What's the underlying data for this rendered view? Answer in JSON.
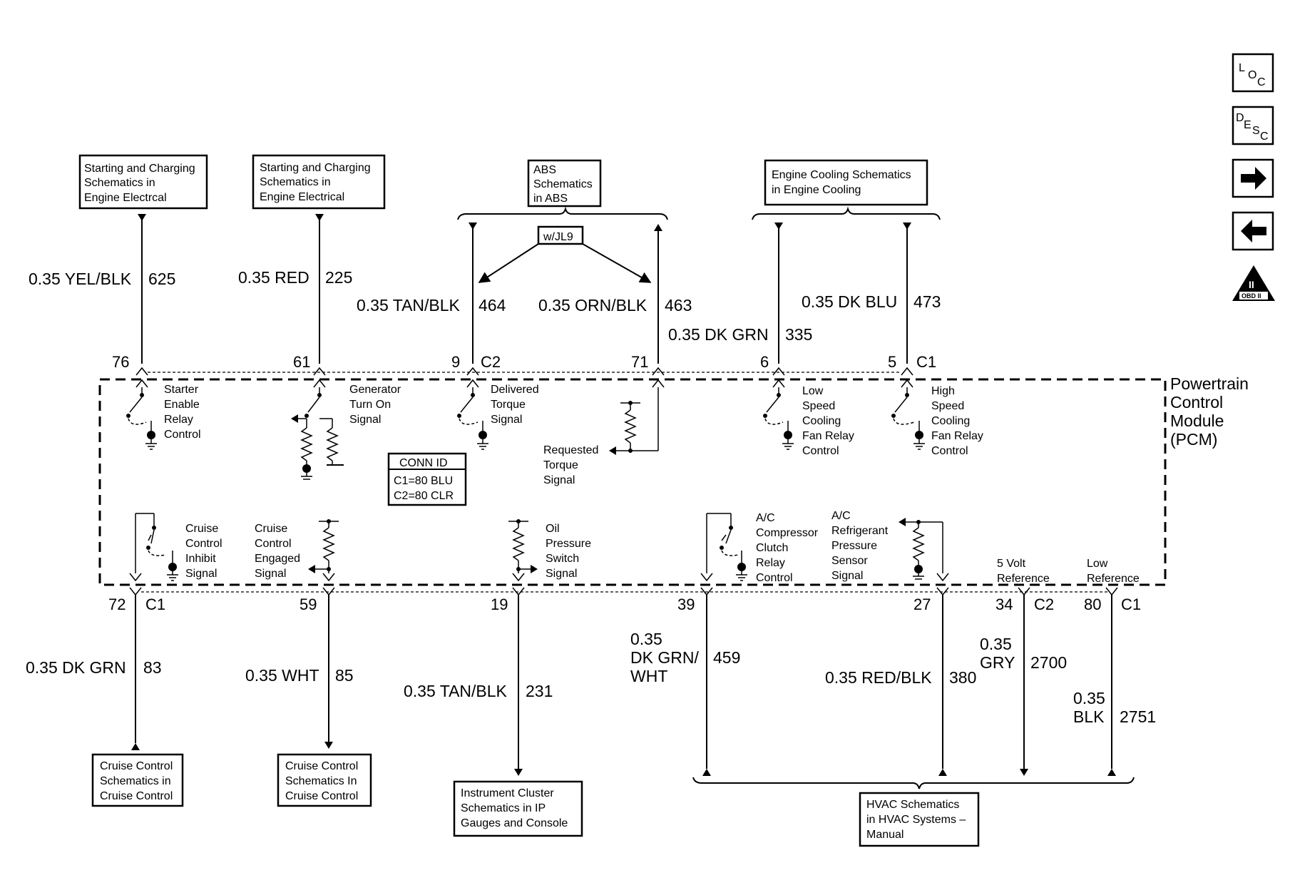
{
  "nav": {
    "loc": {
      "l": "L",
      "o": "O",
      "c": "C"
    },
    "desc": {
      "d": "D",
      "e": "E",
      "s": "S",
      "c": "C"
    },
    "obd": {
      "numeral": "II",
      "label": "OBD II"
    }
  },
  "references": {
    "starter": [
      "Starting and Charging",
      "Schematics in",
      "Engine Electrcal"
    ],
    "generator": [
      "Starting and Charging",
      "Schematics in",
      "Engine Electrical"
    ],
    "abs": [
      "ABS",
      "Schematics",
      "in ABS"
    ],
    "cooling": [
      "Engine Cooling Schematics",
      "in Engine Cooling"
    ],
    "cruise1": [
      "Cruise Control",
      "Schematics in",
      "Cruise Control"
    ],
    "cruise2": [
      "Cruise Control",
      "Schematics In",
      "Cruise Control"
    ],
    "cluster": [
      "Instrument Cluster",
      "Schematics in IP",
      "Gauges and Console"
    ],
    "hvac": [
      "HVAC Schematics",
      "in HVAC Systems –",
      "Manual"
    ]
  },
  "option_label": "w/JL9",
  "connector_id": {
    "title": "CONN ID",
    "c1": "C1=80 BLU",
    "c2": "C2=80 CLR"
  },
  "pcm_label": [
    "Powertrain",
    "Control",
    "Module",
    "(PCM)"
  ],
  "wires_top": [
    {
      "spec": "0.35 YEL/BLK",
      "circuit": "625",
      "pin": "76"
    },
    {
      "spec": "0.35 RED",
      "circuit": "225",
      "pin": "61"
    },
    {
      "spec": "0.35 TAN/BLK",
      "circuit": "464",
      "pin": "9",
      "connector": "C2"
    },
    {
      "spec": "0.35 ORN/BLK",
      "circuit": "463",
      "pin": "71"
    },
    {
      "spec": "0.35 DK GRN",
      "circuit": "335",
      "pin": "6"
    },
    {
      "spec": "0.35 DK BLU",
      "circuit": "473",
      "pin": "5",
      "connector": "C1"
    }
  ],
  "wires_bottom": [
    {
      "spec": "0.35 DK GRN",
      "circuit": "83",
      "pin": "72",
      "connector": "C1"
    },
    {
      "spec": "0.35 WHT",
      "circuit": "85",
      "pin": "59"
    },
    {
      "spec": "0.35 TAN/BLK",
      "circuit": "231",
      "pin": "19"
    },
    {
      "spec": [
        "0.35",
        "DK GRN/",
        "WHT"
      ],
      "circuit": "459",
      "pin": "39"
    },
    {
      "spec": "0.35 RED/BLK",
      "circuit": "380",
      "pin": "27"
    },
    {
      "spec": [
        "0.35",
        "GRY"
      ],
      "circuit": "2700",
      "pin": "34",
      "connector": "C2"
    },
    {
      "spec": [
        "0.35",
        "BLK"
      ],
      "circuit": "2751",
      "pin": "80",
      "connector": "C1"
    }
  ],
  "signals": {
    "starter": [
      "Starter",
      "Enable",
      "Relay",
      "Control"
    ],
    "generator": [
      "Generator",
      "Turn On",
      "Signal"
    ],
    "delivered": [
      "Delivered",
      "Torque",
      "Signal"
    ],
    "requested": [
      "Requested",
      "Torque",
      "Signal"
    ],
    "low_fan": [
      "Low",
      "Speed",
      "Cooling",
      "Fan Relay",
      "Control"
    ],
    "high_fan": [
      "High",
      "Speed",
      "Cooling",
      "Fan Relay",
      "Control"
    ],
    "cruise_inhibit": [
      "Cruise",
      "Control",
      "Inhibit",
      "Signal"
    ],
    "cruise_engaged": [
      "Cruise",
      "Control",
      "Engaged",
      "Signal"
    ],
    "oil": [
      "Oil",
      "Pressure",
      "Switch",
      "Signal"
    ],
    "ac_clutch": [
      "A/C",
      "Compressor",
      "Clutch",
      "Relay",
      "Control"
    ],
    "ac_pressure": [
      "A/C",
      "Refrigerant",
      "Pressure",
      "Sensor",
      "Signal"
    ],
    "five_volt": [
      "5 Volt",
      "Reference"
    ],
    "low_ref": [
      "Low",
      "Reference"
    ]
  }
}
